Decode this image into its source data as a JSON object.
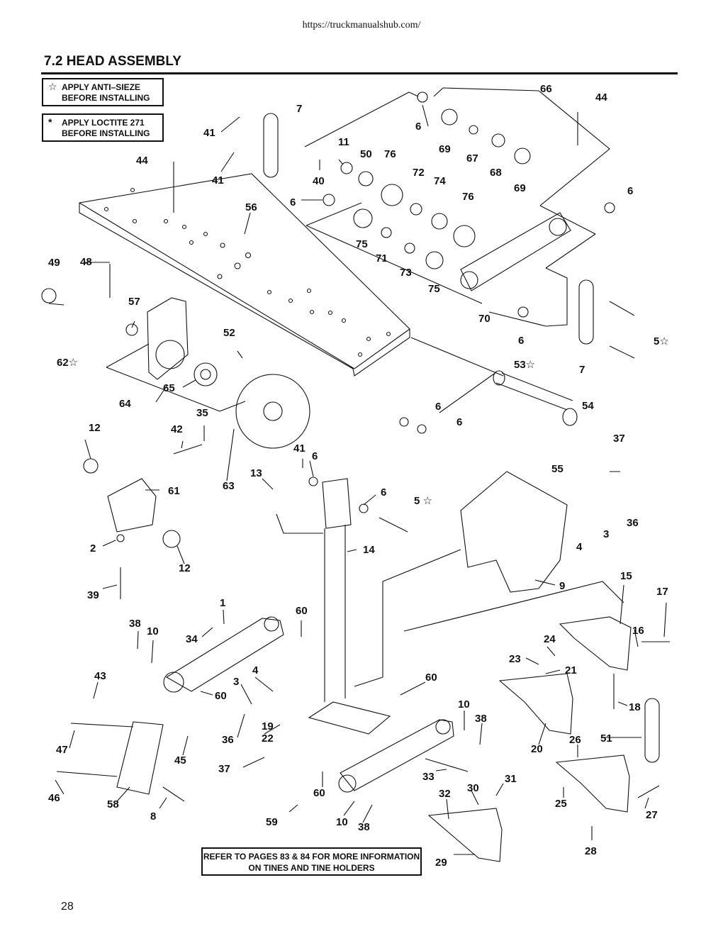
{
  "header": {
    "url": "https://truckmanualshub.com/",
    "title": "7.2  HEAD ASSEMBLY"
  },
  "notes": [
    {
      "symbol": "☆",
      "text": "APPLY ANTI–SIEZE BEFORE INSTALLING"
    },
    {
      "symbol": "*",
      "text": "APPLY LOCTITE 271 BEFORE INSTALLING"
    }
  ],
  "callouts": [
    "66",
    "44",
    "7",
    "41",
    "6",
    "11",
    "50",
    "76",
    "69",
    "67",
    "68",
    "69",
    "6",
    "40",
    "72",
    "74",
    "76",
    "41",
    "44",
    "56",
    "6",
    "75",
    "71",
    "73",
    "75",
    "70",
    "6",
    "5☆",
    "7",
    "49",
    "48",
    "57",
    "62☆",
    "52",
    "65",
    "64",
    "53☆",
    "54",
    "12",
    "42",
    "35",
    "6",
    "6",
    "41",
    "6",
    "37",
    "61",
    "63",
    "13",
    "55",
    "5 ☆",
    "6",
    "36",
    "2",
    "12",
    "14",
    "3",
    "4",
    "39",
    "9",
    "15",
    "17",
    "1",
    "60",
    "38",
    "10",
    "34",
    "16",
    "24",
    "23",
    "21",
    "43",
    "4",
    "60",
    "3",
    "60",
    "18",
    "10",
    "38",
    "19",
    "22",
    "47",
    "36",
    "45",
    "26",
    "51",
    "20",
    "37",
    "33",
    "31",
    "30",
    "46",
    "58",
    "60",
    "32",
    "8",
    "25",
    "59",
    "10",
    "38",
    "27",
    "28",
    "29"
  ],
  "refer_box": "REFER TO PAGES 83  & 84 FOR MORE INFORMATION ON TINES AND TINE HOLDERS",
  "page_number": "28"
}
